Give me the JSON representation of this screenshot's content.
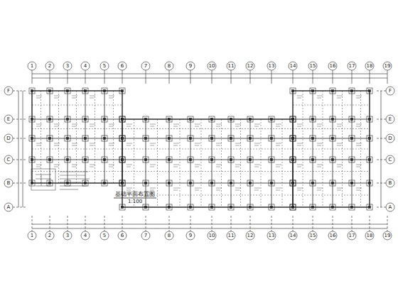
{
  "diagram": {
    "labels": [
      "1",
      "2",
      "3",
      "4",
      "5",
      "6",
      "7",
      "8",
      "9",
      "10",
      "11",
      "12",
      "13",
      "14",
      "15",
      "16",
      "17",
      "18",
      "19",
      "1",
      "2",
      "3",
      "4",
      "5",
      "6",
      "7",
      "8",
      "9",
      "10",
      "11",
      "12",
      "13",
      "14",
      "15",
      "16",
      "17",
      "18",
      "19",
      "F",
      "E",
      "D",
      "C",
      "B",
      "A",
      "F",
      "E",
      "D",
      "C",
      "B",
      "A",
      "基础平面布置图",
      "1:100"
    ]
  }
}
